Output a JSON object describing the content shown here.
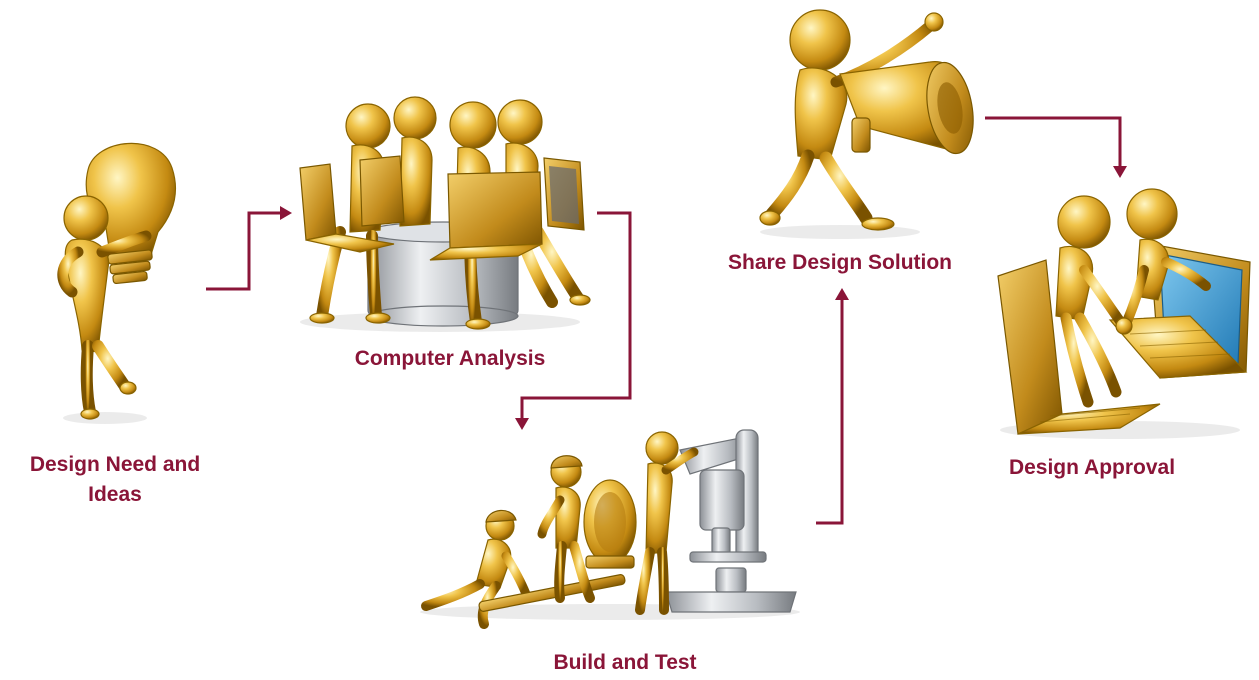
{
  "diagram": {
    "steps": [
      {
        "id": "ideas",
        "label_lines": [
          "Design Need and",
          "Ideas"
        ],
        "icon": "lightbulb-figure-icon"
      },
      {
        "id": "analysis",
        "label_lines": [
          "Computer Analysis"
        ],
        "icon": "team-at-laptops-icon"
      },
      {
        "id": "build",
        "label_lines": [
          "Build and Test"
        ],
        "icon": "figures-with-microscope-icon"
      },
      {
        "id": "share",
        "label_lines": [
          "Share Design Solution"
        ],
        "icon": "figure-with-megaphone-icon"
      },
      {
        "id": "approval",
        "label_lines": [
          "Design Approval"
        ],
        "icon": "handshake-over-laptops-icon"
      }
    ],
    "flow": [
      "ideas",
      "analysis",
      "build",
      "share",
      "approval"
    ],
    "colors": {
      "label": "#8a1538",
      "arrow": "#8a1538",
      "figure": "#d9a521",
      "background": "#ffffff"
    }
  }
}
